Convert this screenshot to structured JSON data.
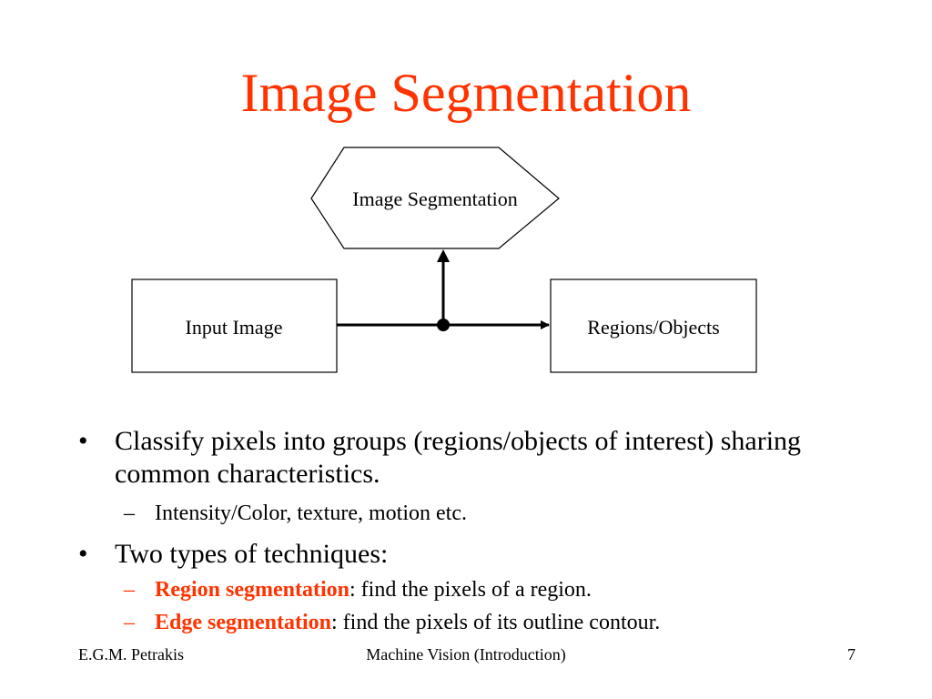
{
  "slide": {
    "title": "Image Segmentation",
    "accent_color": "#ff3300"
  },
  "diagram": {
    "process": "Image Segmentation",
    "input": "Input Image",
    "output": "Regions/Objects"
  },
  "bullets": [
    {
      "text": "Classify pixels into groups (regions/objects of interest) sharing common characteristics.",
      "sub": [
        {
          "text": "Intensity/Color, texture, motion etc."
        }
      ]
    },
    {
      "text": "Two types of techniques:",
      "sub": [
        {
          "term": "Region segmentation",
          "rest": ": find the pixels of a region."
        },
        {
          "term": "Edge segmentation",
          "rest": ": find the pixels of its outline contour."
        }
      ]
    }
  ],
  "footer": {
    "author": "E.G.M. Petrakis",
    "course": "Machine Vision (Introduction)",
    "page": "7"
  }
}
